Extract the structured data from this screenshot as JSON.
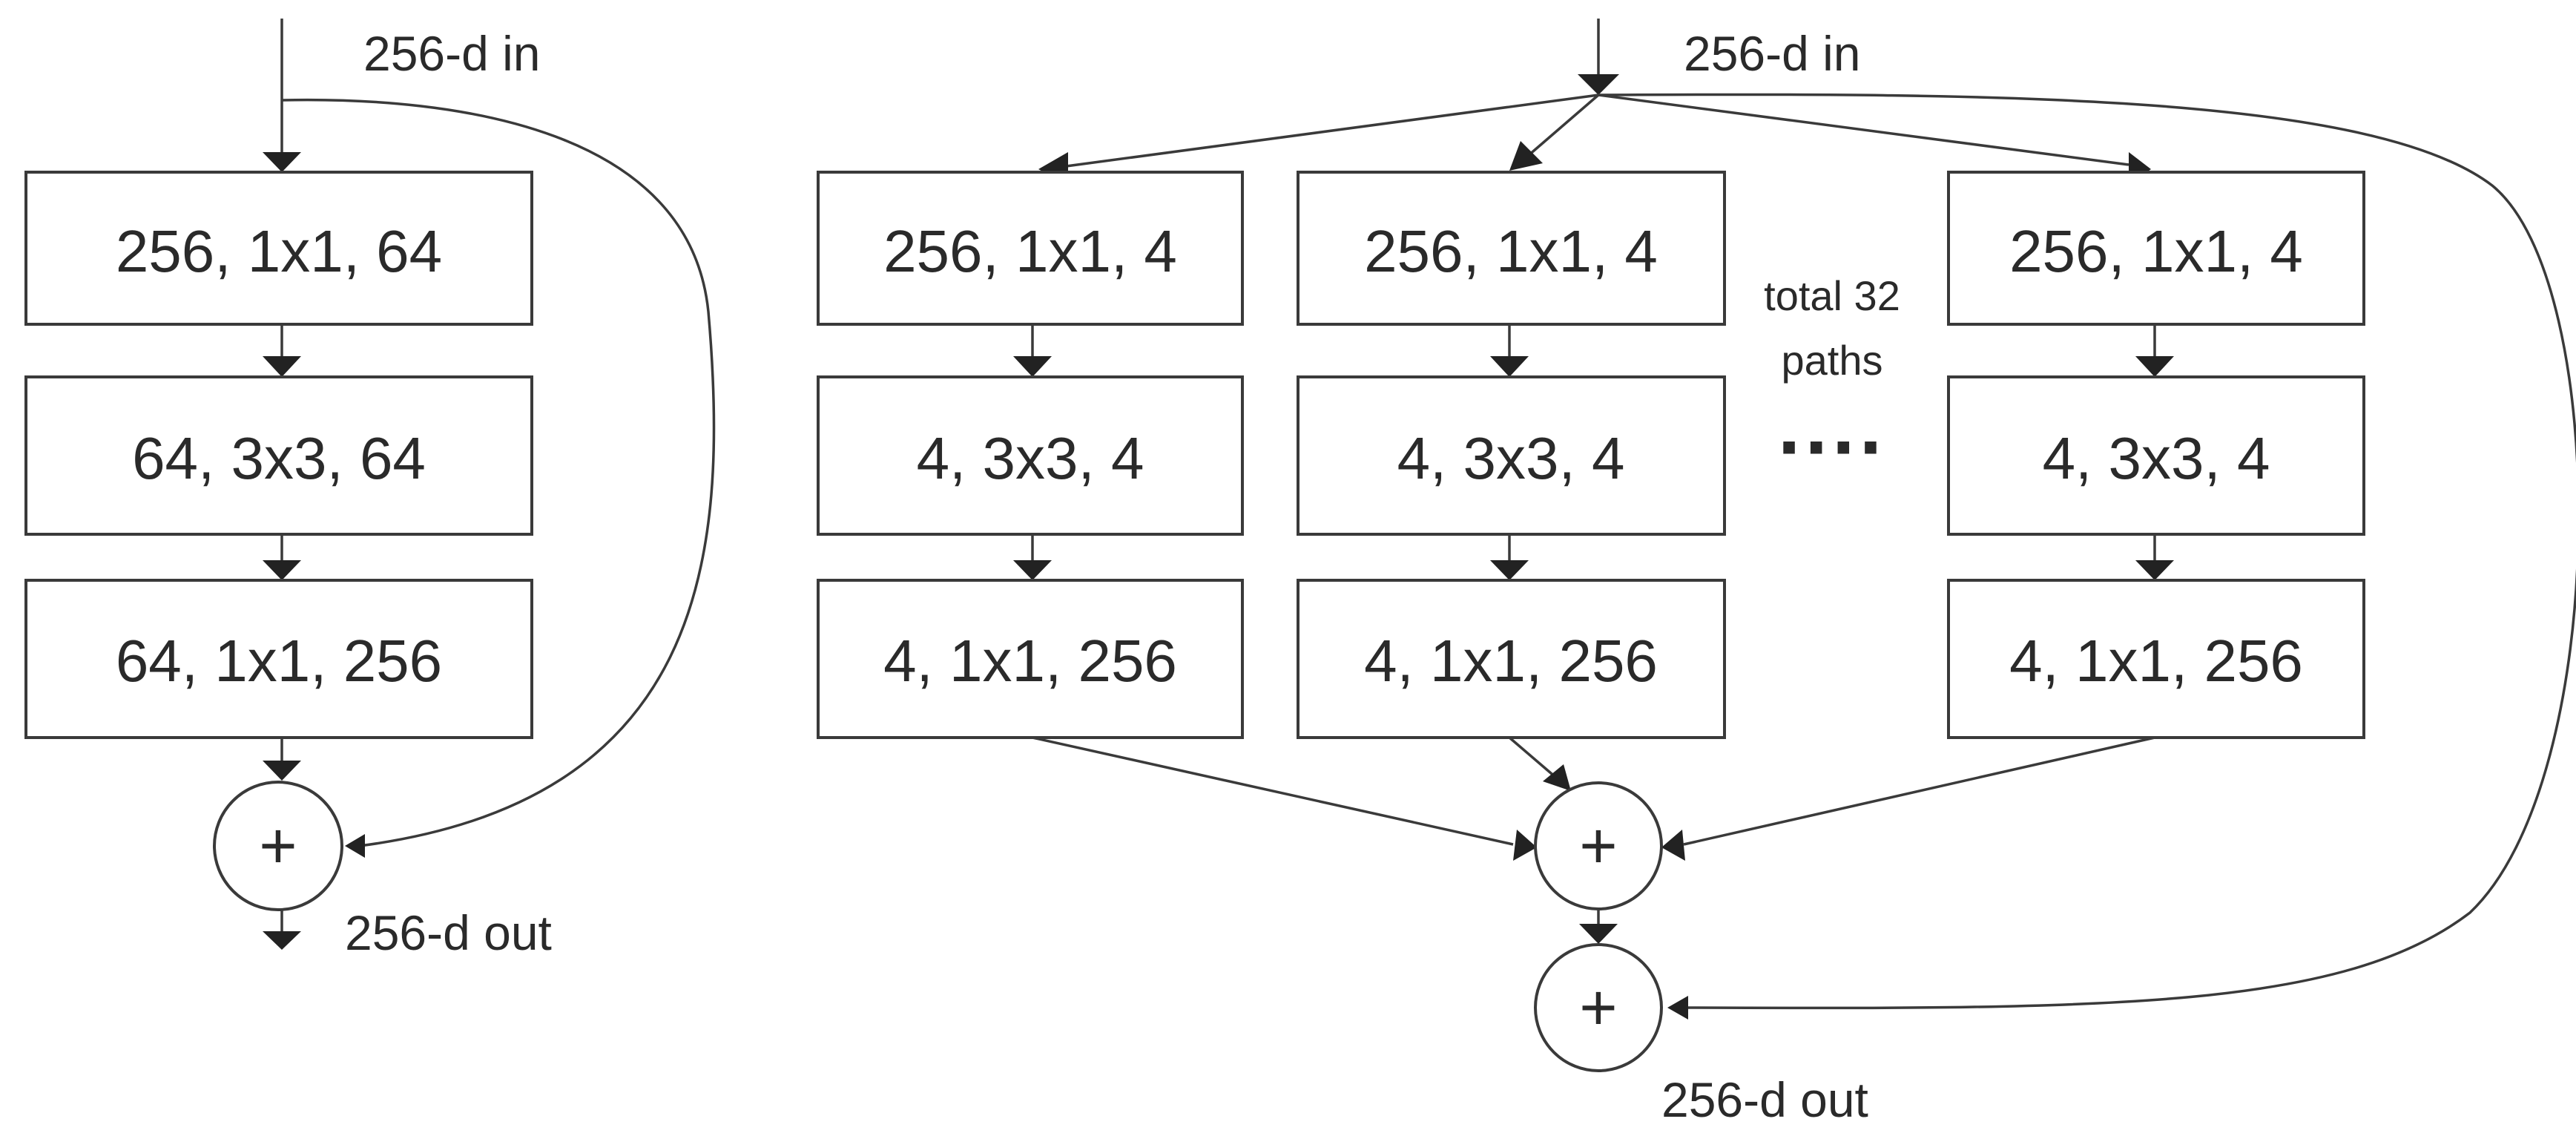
{
  "left_block": {
    "input_label": "256-d in",
    "output_label": "256-d out",
    "layers": [
      "256, 1x1, 64",
      "64, 3x3, 64",
      "64, 1x1, 256"
    ],
    "sum_symbol": "+"
  },
  "right_block": {
    "input_label": "256-d in",
    "output_label": "256-d out",
    "path_a": [
      "256, 1x1, 4",
      "4, 3x3, 4",
      "4, 1x1, 256"
    ],
    "path_b": [
      "256, 1x1, 4",
      "4, 3x3, 4",
      "4, 1x1, 256"
    ],
    "path_c": [
      "256, 1x1, 4",
      "4, 3x3, 4",
      "4, 1x1, 256"
    ],
    "paths_note_line1": "total 32",
    "paths_note_line2": "paths",
    "ellipsis": "····",
    "aggregate_symbol": "+",
    "residual_symbol": "+"
  }
}
